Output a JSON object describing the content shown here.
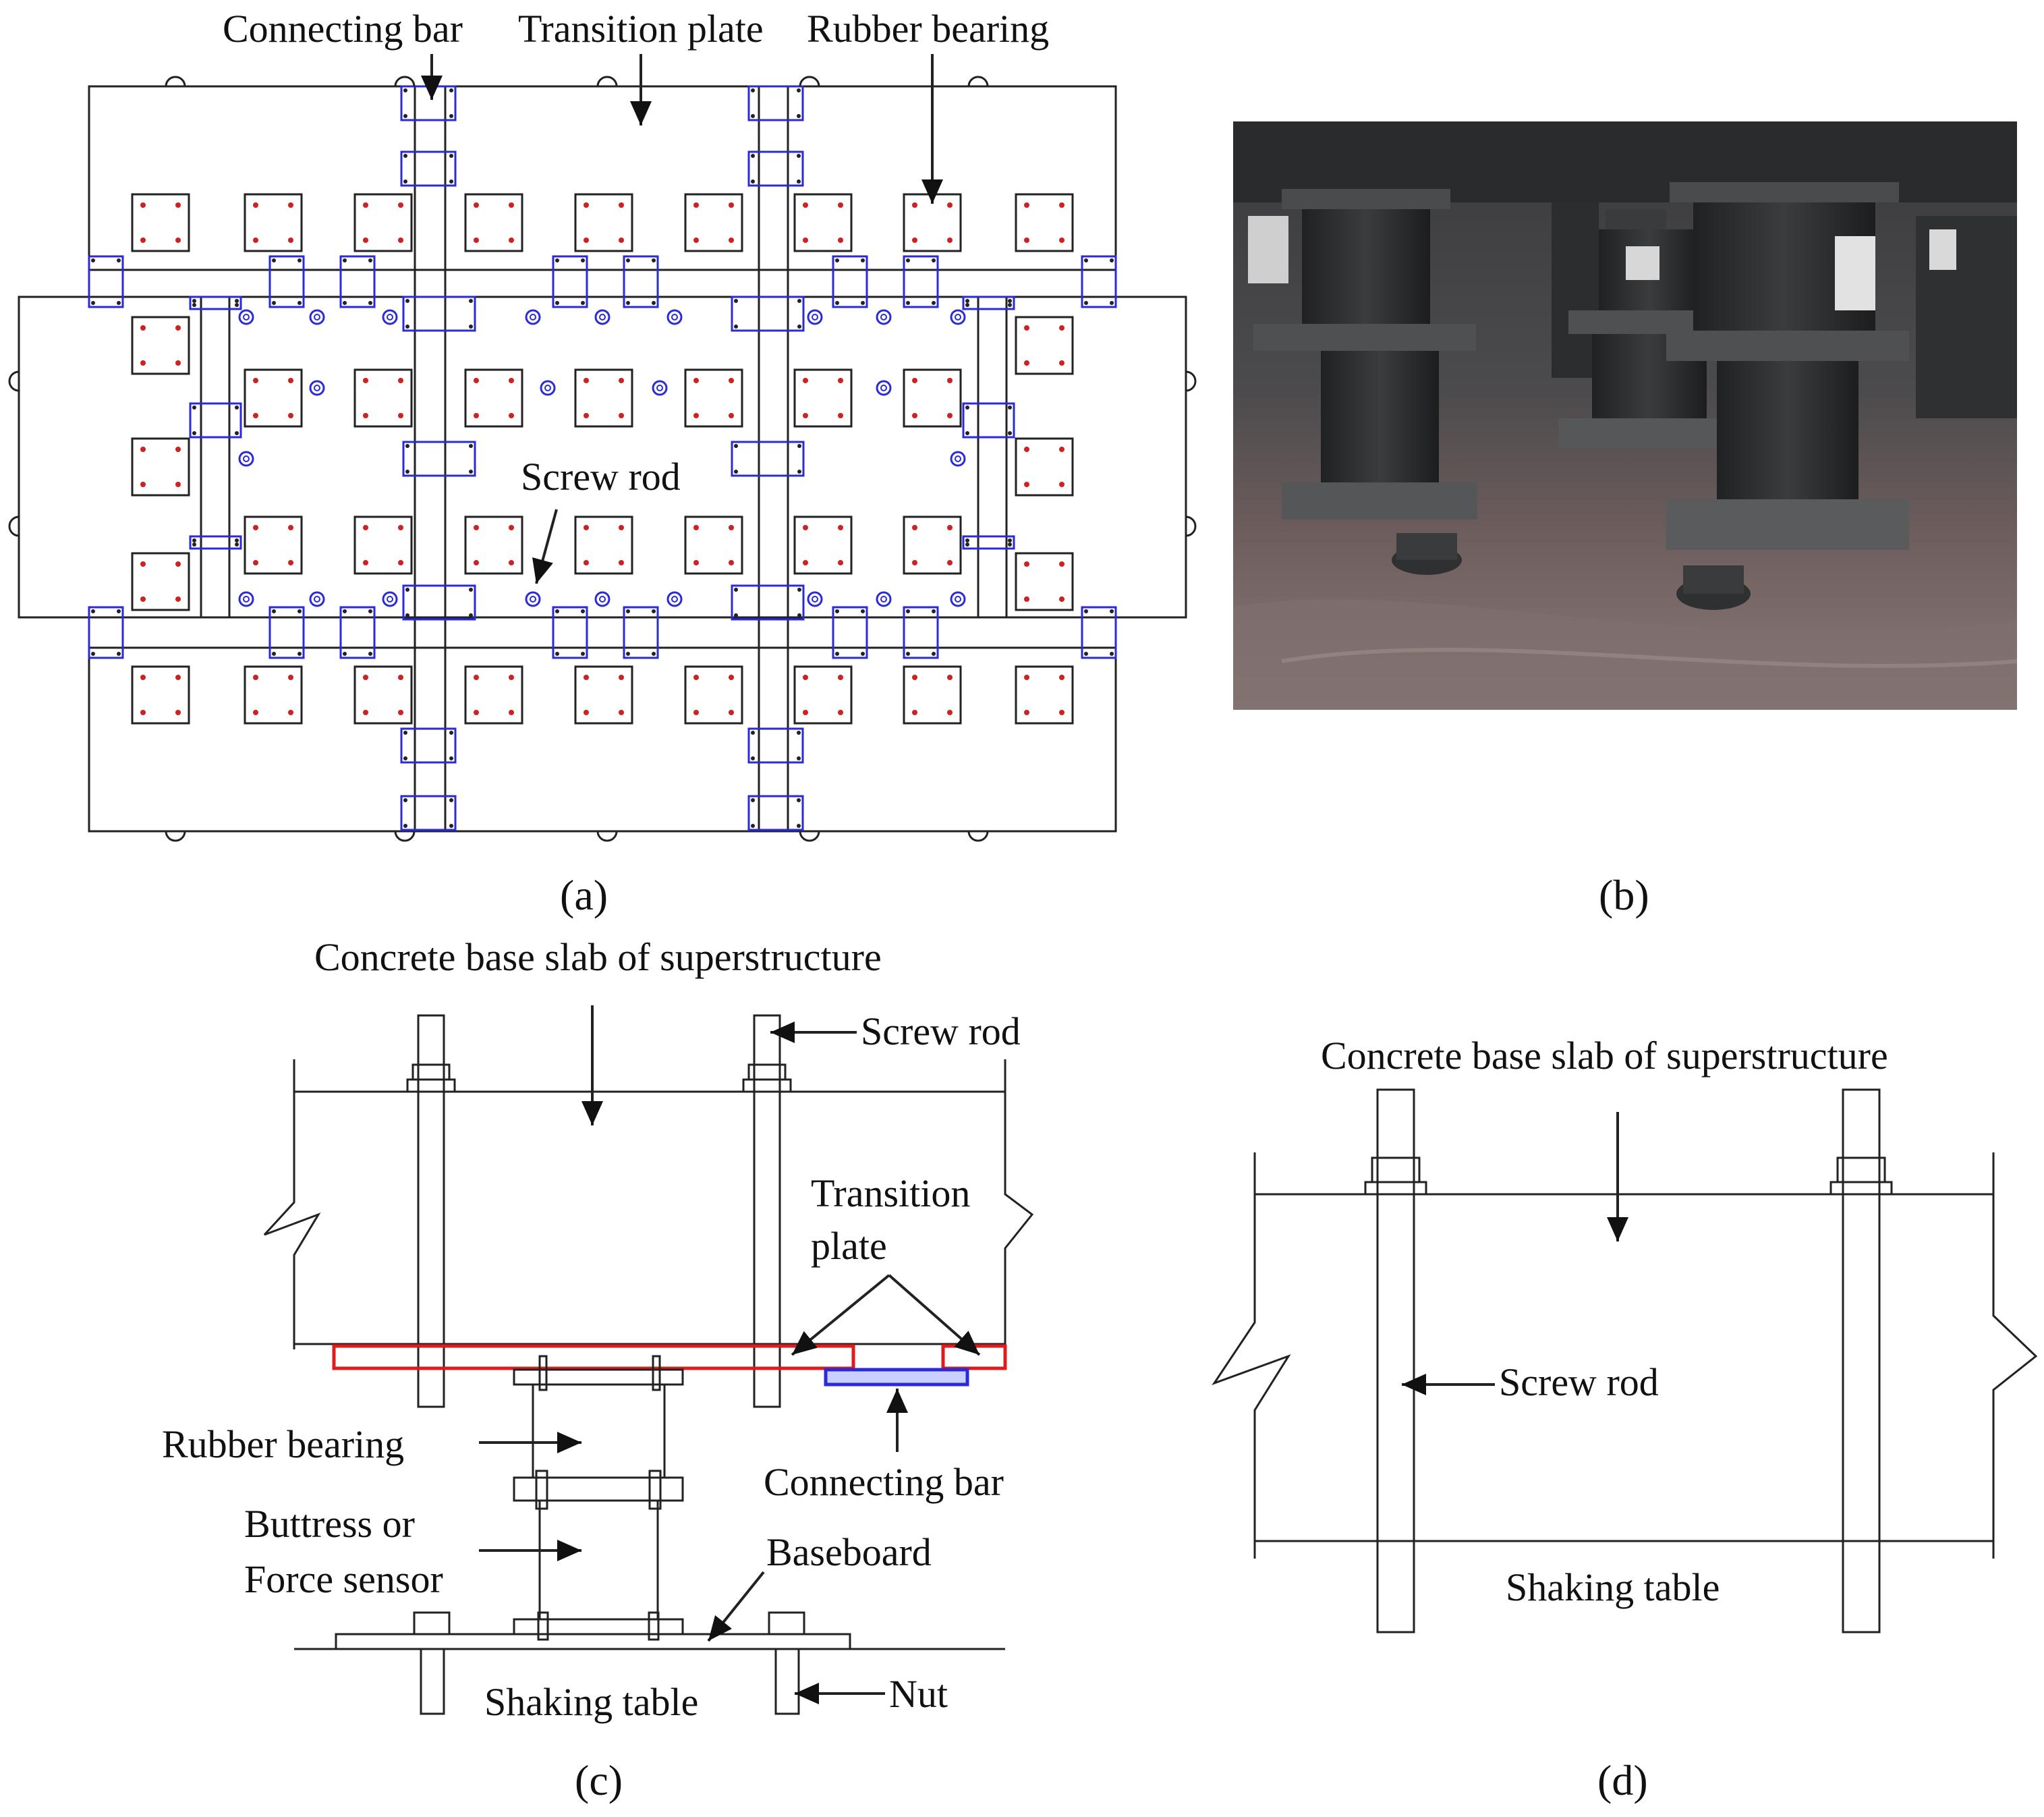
{
  "panel_a": {
    "label_connecting_bar": "Connecting bar",
    "label_transition_plate": "Transition plate",
    "label_rubber_bearing": "Rubber bearing",
    "label_screw_rod": "Screw rod",
    "caption": "(a)"
  },
  "panel_b": {
    "caption": "(b)"
  },
  "panel_c": {
    "label_slab": "Concrete base slab of superstructure",
    "label_screw_rod": "Screw rod",
    "label_transition_line1": "Transition",
    "label_transition_line2": "plate",
    "label_rubber_bearing": "Rubber bearing",
    "label_connecting_bar": "Connecting bar",
    "label_buttress_line1": "Buttress or",
    "label_buttress_line2": "Force sensor",
    "label_baseboard": "Baseboard",
    "label_shaking_table": "Shaking table",
    "label_nut": "Nut",
    "caption": "(c)"
  },
  "panel_d": {
    "label_slab": "Concrete base slab of superstructure",
    "label_screw_rod": "Screw rod",
    "label_shaking_table": "Shaking table",
    "caption": "(d)"
  }
}
